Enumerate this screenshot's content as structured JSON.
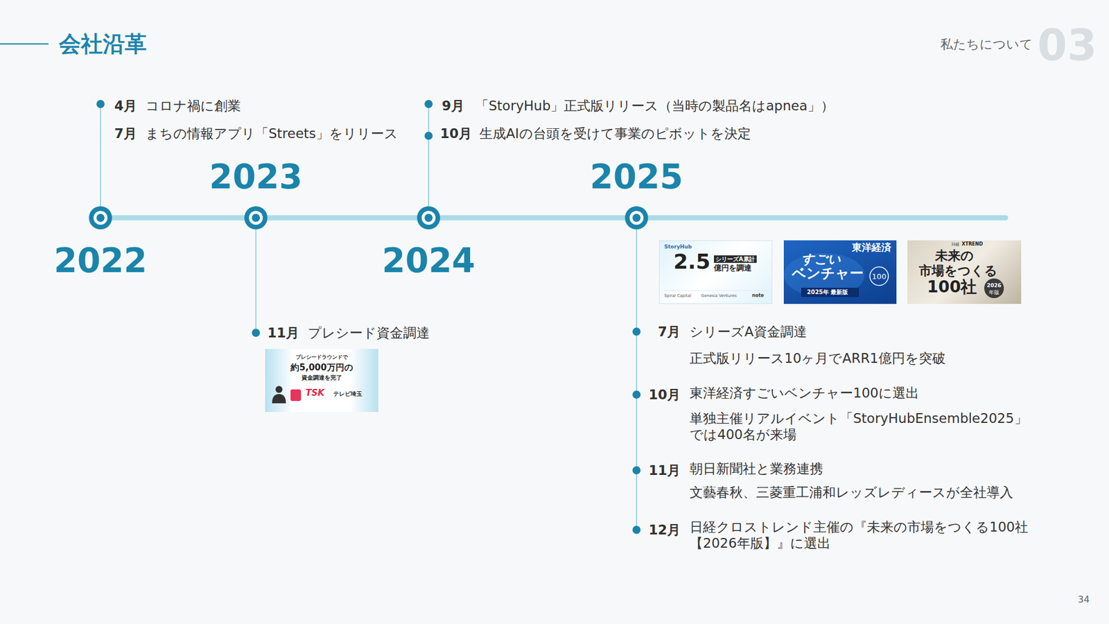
{
  "diagram": {
    "title": "会社沿革",
    "nodes": [
      {
        "text": [
          "プレシードラウンドで",
          "約5,000万円の",
          "資金調達を完了",
          "TSK",
          "テレビ埼玉"
        ]
      },
      {
        "text": [
          "StoryHub",
          "2.5",
          "シリーズA累計",
          "億円を調達",
          "Spiral Capital",
          "Genesia Ventures",
          "note"
        ]
      },
      {
        "text": [
          "東洋経済",
          "すごい",
          "ベンチャー",
          "100",
          "2025年 最新版"
        ]
      },
      {
        "text": [
          "日経",
          "XTREND",
          "未来の",
          "市場をつくる",
          "100社",
          "2026",
          "年版"
        ]
      }
    ],
    "labels": [
      "私たちについて",
      "03",
      "2022",
      "2023",
      "2024",
      "2025",
      "4月",
      "コロナ禍に創業",
      "7月",
      "まちの情報アプリ「Streets」をリリース",
      "11月",
      "プレシード資金調達",
      "9月",
      "「StoryHub」正式版リリース（当時の製品名はapnea」）",
      "10月",
      "生成AIの台頭を受けて事業のピボットを決定",
      "7月",
      "シリーズA資金調達",
      "正式版リリース10ヶ月でARR1億円を突破",
      "10月",
      "東洋経済すごいベンチャー100に選出",
      "単独主催リアルイベント「StoryHubEnsemble2025」では400名が来場",
      "11月",
      "朝日新聞社と業務連携",
      "文藝春秋、三菱重工浦和レッズレディースが全社導入",
      "12月",
      "日経クロストレンド主催の『未来の市場をつくる100社【2026年版】』に選出",
      "34"
    ]
  }
}
